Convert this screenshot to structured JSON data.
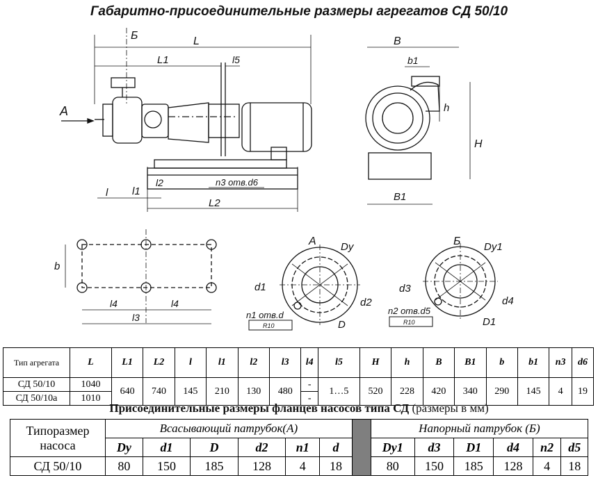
{
  "title": "Габаритно-присоединительные размеры агрегатов СД 50/10",
  "drawing_labels": {
    "L": "L",
    "L1": "L1",
    "L2": "L2",
    "l5": "l5",
    "l": "l",
    "l1": "l1",
    "l2": "l2",
    "B_top": "Б",
    "A_side": "A",
    "n3": "n3 отв.d6",
    "B": "B",
    "b1": "b1",
    "h": "h",
    "H": "H",
    "B1": "B1",
    "b": "b",
    "l4a": "l4",
    "l4b": "l4",
    "l3": "l3",
    "A_view": "A",
    "Dy": "Dy",
    "d1": "d1",
    "d2": "d2",
    "n1": "n1 отв.d",
    "D": "D",
    "B_view": "Б",
    "Dy1": "Dy1",
    "d3": "d3",
    "d4": "d4",
    "n2": "n2 отв.d5",
    "D1": "D1",
    "tol": "R10"
  },
  "dims_table": {
    "headers": [
      "Тип агрегата",
      "L",
      "L1",
      "L2",
      "l",
      "l1",
      "l2",
      "l3",
      "l4",
      "l5",
      "H",
      "h",
      "B",
      "B1",
      "b",
      "b1",
      "n3",
      "d6"
    ],
    "rows": [
      {
        "type": "СД 50/10",
        "L": "1040"
      },
      {
        "type": "СД 50/10а",
        "L": "1010"
      }
    ],
    "shared": [
      "640",
      "740",
      "145",
      "210",
      "130",
      "480",
      "-",
      "1…5",
      "520",
      "228",
      "420",
      "340",
      "290",
      "145",
      "4",
      "19"
    ],
    "l4_second": "-"
  },
  "flange_table": {
    "title_bold": "Присоединительные размеры фланцев насосов типа СД",
    "title_rest": "(размеры в мм)",
    "col0": "Типоразмер насоса",
    "suction": "Всасывающий патрубок(А)",
    "discharge": "Напорный патрубок (Б)",
    "suction_cols": [
      "Dy",
      "d1",
      "D",
      "d2",
      "n1",
      "d"
    ],
    "discharge_cols": [
      "Dy1",
      "d3",
      "D1",
      "d4",
      "n2",
      "d5"
    ],
    "row": {
      "name": "СД 50/10",
      "suction": [
        "80",
        "150",
        "185",
        "128",
        "4",
        "18"
      ],
      "discharge": [
        "80",
        "150",
        "185",
        "128",
        "4",
        "18"
      ]
    }
  }
}
